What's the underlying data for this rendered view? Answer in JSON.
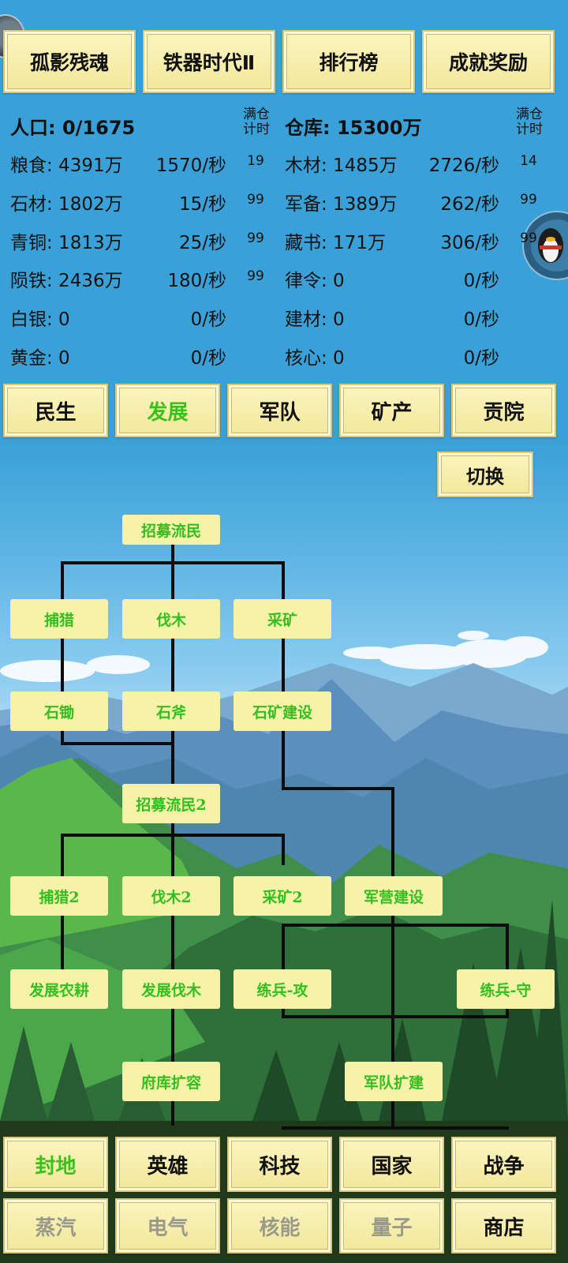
{
  "top_tabs": [
    "孤影残魂",
    "铁器时代Ⅱ",
    "排行榜",
    "成就奖励"
  ],
  "stats": {
    "population": "人口: 0/1675",
    "warehouse": "仓库: 15300万",
    "full_timer_label_left": "满仓\n计时",
    "full_timer_label_right": "满仓\n计时",
    "left": [
      {
        "name": "粮食: 4391万",
        "rate": "1570/秒",
        "timer": "19"
      },
      {
        "name": "石材: 1802万",
        "rate": "15/秒",
        "timer": "99"
      },
      {
        "name": "青铜: 1813万",
        "rate": "25/秒",
        "timer": "99"
      },
      {
        "name": "陨铁: 2436万",
        "rate": "180/秒",
        "timer": "99"
      },
      {
        "name": "白银: 0",
        "rate": "0/秒",
        "timer": ""
      },
      {
        "name": "黄金: 0",
        "rate": "0/秒",
        "timer": ""
      }
    ],
    "right": [
      {
        "name": "木材: 1485万",
        "rate": "2726/秒",
        "timer": "14"
      },
      {
        "name": "军备: 1389万",
        "rate": "262/秒",
        "timer": "99"
      },
      {
        "name": "藏书: 171万",
        "rate": "306/秒",
        "timer": "99"
      },
      {
        "name": "律令: 0",
        "rate": "0/秒",
        "timer": ""
      },
      {
        "name": "建材: 0",
        "rate": "0/秒",
        "timer": ""
      },
      {
        "name": "核心: 0",
        "rate": "0/秒",
        "timer": ""
      }
    ]
  },
  "category_tabs": [
    "民生",
    "发展",
    "军队",
    "矿产",
    "贡院"
  ],
  "switch_label": "切换",
  "tech_nodes": {
    "recruit": "招募流民",
    "hunt": "捕猎",
    "chop": "伐木",
    "mine": "采矿",
    "stone_hoe": "石锄",
    "stone_axe": "石斧",
    "quarry": "石矿建设",
    "recruit2": "招募流民2",
    "hunt2": "捕猎2",
    "chop2": "伐木2",
    "mine2": "采矿2",
    "barracks": "军营建设",
    "farming": "发展农耕",
    "logging": "发展伐木",
    "train_atk": "练兵-攻",
    "train_def": "练兵-守",
    "storage": "府库扩容",
    "army_expand": "军队扩建"
  },
  "nav_row1": [
    "封地",
    "英雄",
    "科技",
    "国家",
    "战争"
  ],
  "nav_row2": [
    "蒸汽",
    "电气",
    "核能",
    "量子",
    "商店"
  ],
  "colors": {
    "active_text": "#39c31a",
    "disabled_text": "#9a9a8a",
    "node_text": "#33bf1f",
    "sky": "#3aa1d8"
  }
}
